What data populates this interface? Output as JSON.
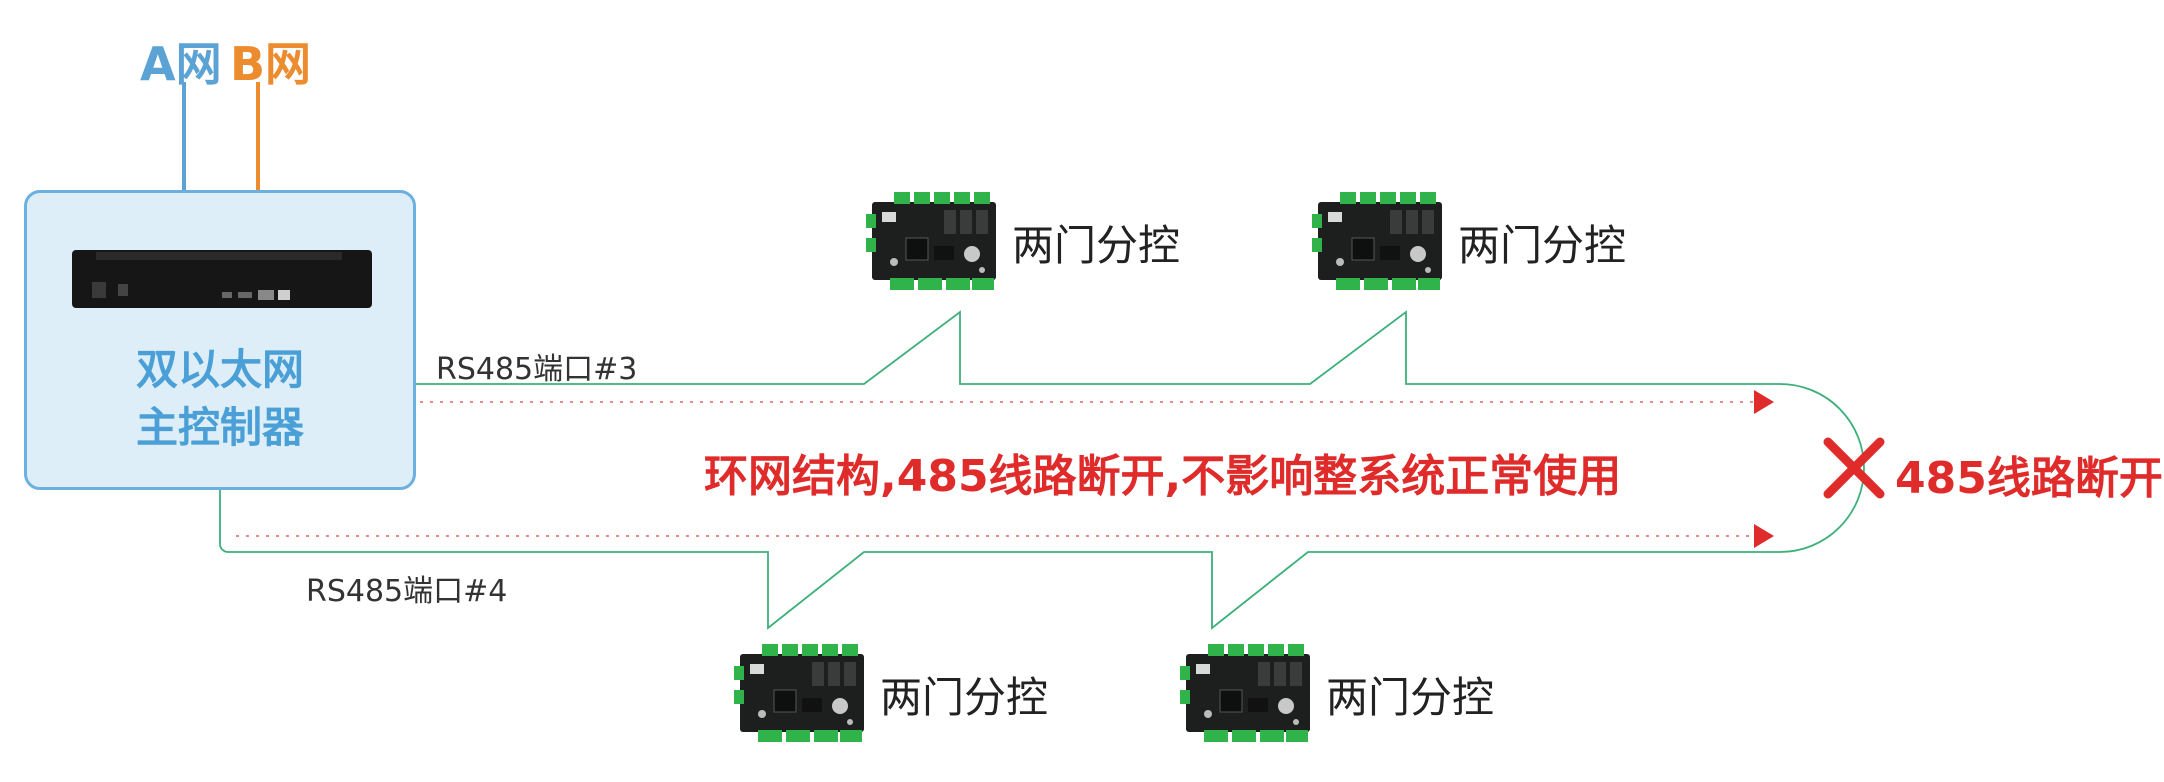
{
  "network_labels": {
    "a": "A网",
    "b": "B网"
  },
  "controller": {
    "line1": "双以太网",
    "line2": "主控制器"
  },
  "ports": {
    "port3": "RS485端口#3",
    "port4": "RS485端口#4"
  },
  "boards": [
    {
      "label": "两门分控"
    },
    {
      "label": "两门分控"
    },
    {
      "label": "两门分控"
    },
    {
      "label": "两门分控"
    }
  ],
  "messages": {
    "center": "环网结构,485线路断开,不影响整系统正常使用",
    "break": "485线路断开"
  },
  "colors": {
    "a_net": "#5ba3d4",
    "b_net": "#ed8b2f",
    "ring_line": "#3db07a",
    "alert": "#e02b2b",
    "controller_fill": "#ddeef8",
    "controller_border": "#6bb0de"
  },
  "icons": {
    "controller_device": "rack-mount-controller",
    "board": "access-control-board",
    "break_mark": "red-x-icon",
    "arrow": "red-arrow-icon"
  }
}
